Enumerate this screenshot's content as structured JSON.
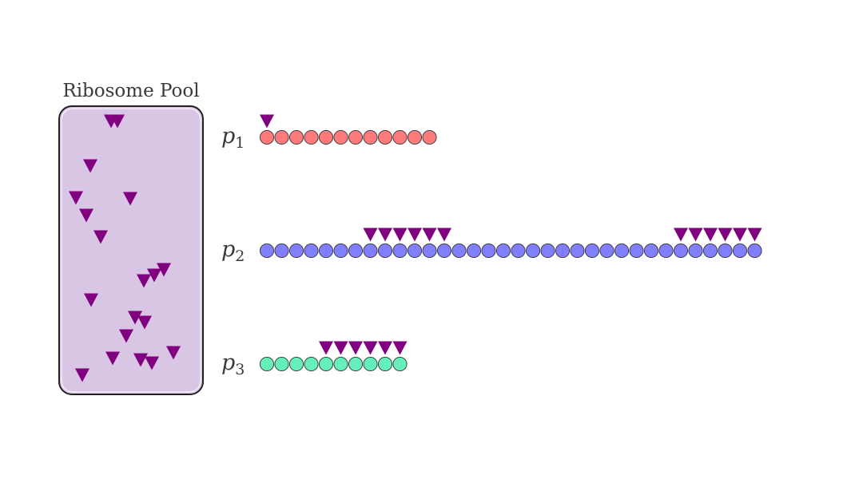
{
  "pool": {
    "title": "Ribosome Pool",
    "fill_color": "#d9c6e4",
    "ribosome_count": 20
  },
  "ribosome_color": "#800080",
  "lanes": [
    {
      "label": "p",
      "subscript": "1",
      "color": "#ff7b7b",
      "codon_count": 12,
      "ribosomes_at_codons": [
        1
      ]
    },
    {
      "label": "p",
      "subscript": "2",
      "color": "#8080ff",
      "codon_count": 34,
      "ribosomes_at_codons": [
        8,
        9,
        10,
        11,
        12,
        13,
        29,
        30,
        31,
        32,
        33,
        34
      ]
    },
    {
      "label": "p",
      "subscript": "3",
      "color": "#66eebb",
      "codon_count": 10,
      "ribosomes_at_codons": [
        5,
        6,
        7,
        8,
        9,
        10
      ]
    }
  ]
}
